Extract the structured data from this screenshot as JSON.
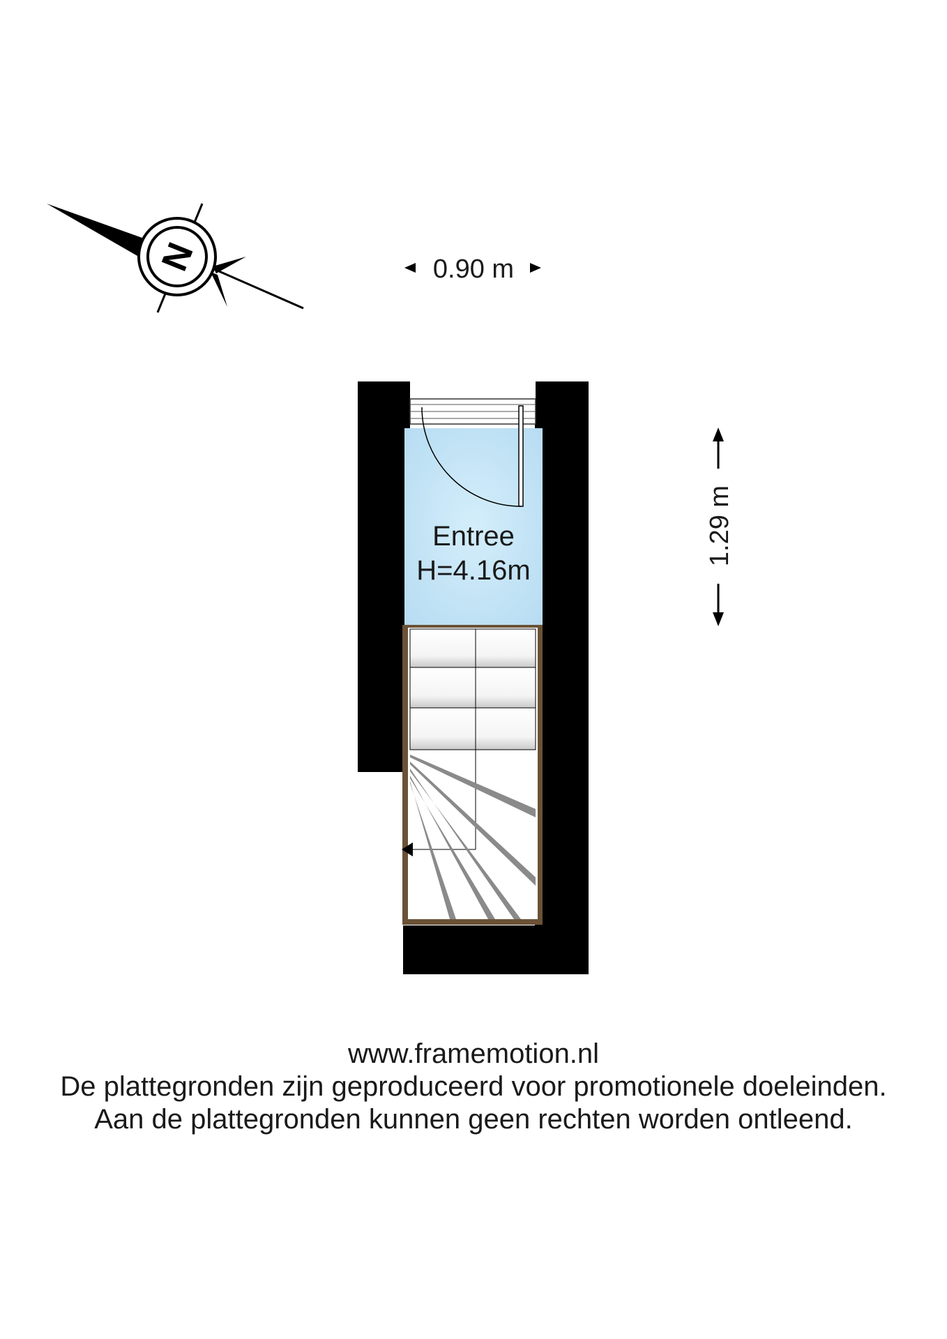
{
  "compass": {
    "label": "N",
    "icon": "north-arrow-compass-icon"
  },
  "dimensions": {
    "width_label": "0.90 m",
    "depth_label": "1.29 m"
  },
  "room": {
    "name": "Entree",
    "height_label": "H=4.16m",
    "fill_color": "#bfe3f5"
  },
  "colors": {
    "wall": "#000000",
    "stair_stringer": "#6b5236",
    "stair_shade": "#cfcfcf"
  },
  "footer": {
    "website": "www.framemotion.nl",
    "line1": "De plattegronden zijn geproduceerd voor promotionele doeleinden.",
    "line2": "Aan de plattegronden kunnen geen rechten worden ontleend."
  }
}
